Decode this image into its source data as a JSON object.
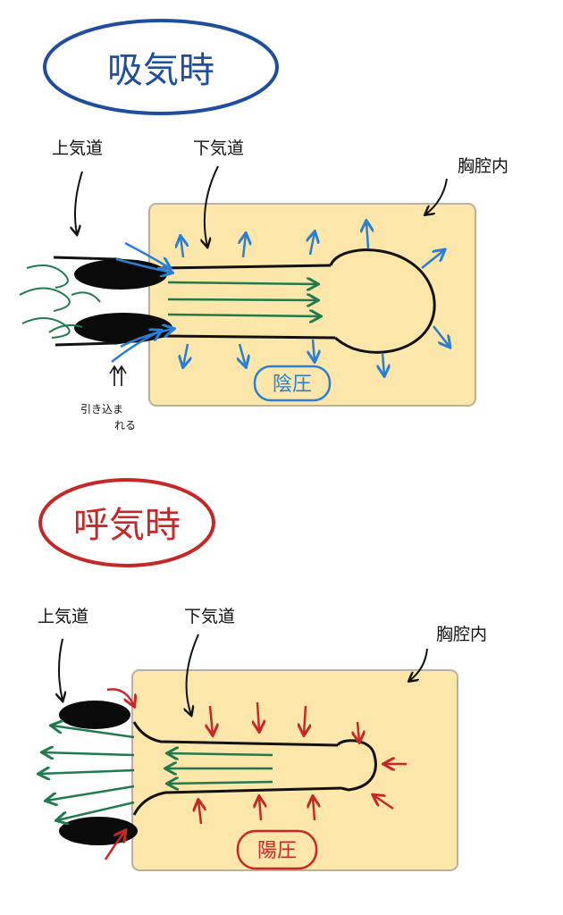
{
  "inhale": {
    "title": "吸気時",
    "upper_airway": "上気道",
    "lower_airway": "下気道",
    "thorax": "胸腔内",
    "pressure": "陰圧",
    "note_line1": "引き込ま",
    "note_line2": "れる"
  },
  "exhale": {
    "title": "呼気時",
    "upper_airway": "上気道",
    "lower_airway": "下気道",
    "thorax": "胸腔内",
    "pressure": "陽圧"
  },
  "colors": {
    "inhale_accent": "#1f4e9c",
    "exhale_accent": "#c62828",
    "arrow_blue": "#2a7fd4",
    "arrow_red": "#c62828",
    "airflow_green": "#1f7a4d",
    "thorax_fill": "#fce6a9",
    "ink": "#111111"
  }
}
